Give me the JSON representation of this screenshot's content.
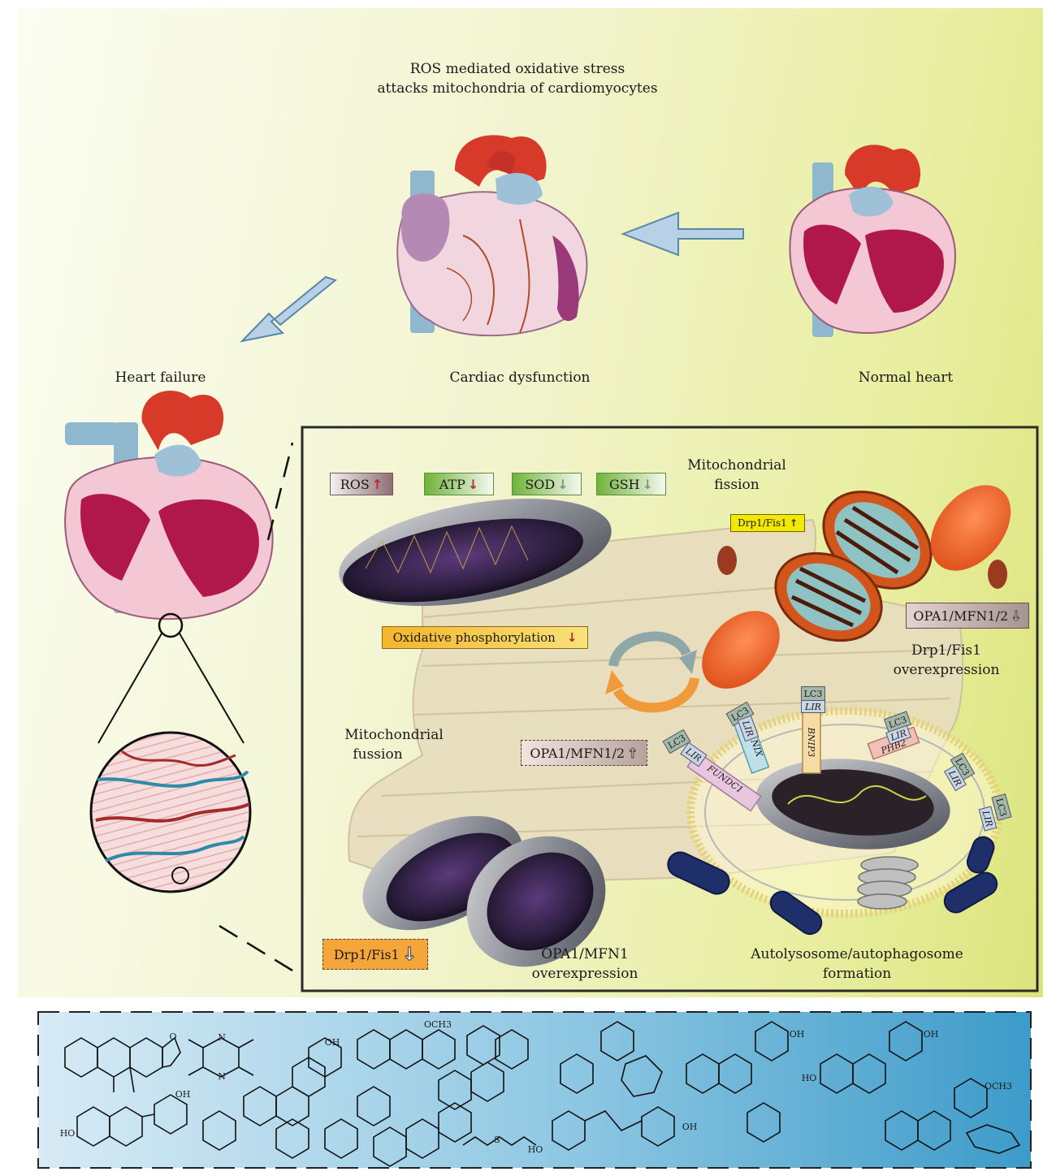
{
  "header": {
    "line1": "ROS mediated oxidative stress",
    "line2": "attacks mitochondria of cardiomyocytes"
  },
  "hearts": {
    "heart_failure": "Heart failure",
    "cardiac_dysfunction": "Cardiac dysfunction",
    "normal_heart": "Normal heart"
  },
  "markers": {
    "ros": "ROS",
    "atp": "ATP",
    "sod": "SOD",
    "gsh": "GSH",
    "drp1_fis1_up": "Drp1/Fis1",
    "opa1_mfn12_down": "OPA1/MFN1/2",
    "oxphos": "Oxidative phosphorylation",
    "opa1_mfn12_up": "OPA1/MFN1/2",
    "drp1_fis1_down": "Drp1/Fis1"
  },
  "processes": {
    "fission_1": "Mitochondrial",
    "fission_2": "fission",
    "fusion_1": "Mitochondrial",
    "fusion_2": "fussion",
    "drp1_over_1": "Drp1/Fis1",
    "drp1_over_2": "overexpression",
    "opa1_over_1": "OPA1/MFN1",
    "opa1_over_2": "overexpression",
    "auto_1": "Autolysosome/autophagosome",
    "auto_2": "formation"
  },
  "receptors": {
    "lc3": "LC3",
    "lir": "LIR",
    "fundc1": "FUNDC1",
    "nix": "NIX",
    "bnip3": "BNIP3",
    "phb2": "PHB2"
  },
  "arrows": {
    "up": "↑",
    "down": "↓"
  },
  "chem": {
    "ho": "HO",
    "oh": "OH",
    "o": "O",
    "n": "N",
    "s": "S",
    "h": "H",
    "och3": "OCH3"
  },
  "colors": {
    "box_border": "#2b2b2b",
    "yellow_label": "#f2e800",
    "orange_label": "#f4b52a",
    "green_label": "#8fc95a",
    "ros_label": "#a88a8e",
    "arrow_red": "#c0272d",
    "arrow_gray": "#8a8f88",
    "chem_panel_left": "#cfe6f2",
    "chem_panel_right": "#3d9bc9"
  }
}
